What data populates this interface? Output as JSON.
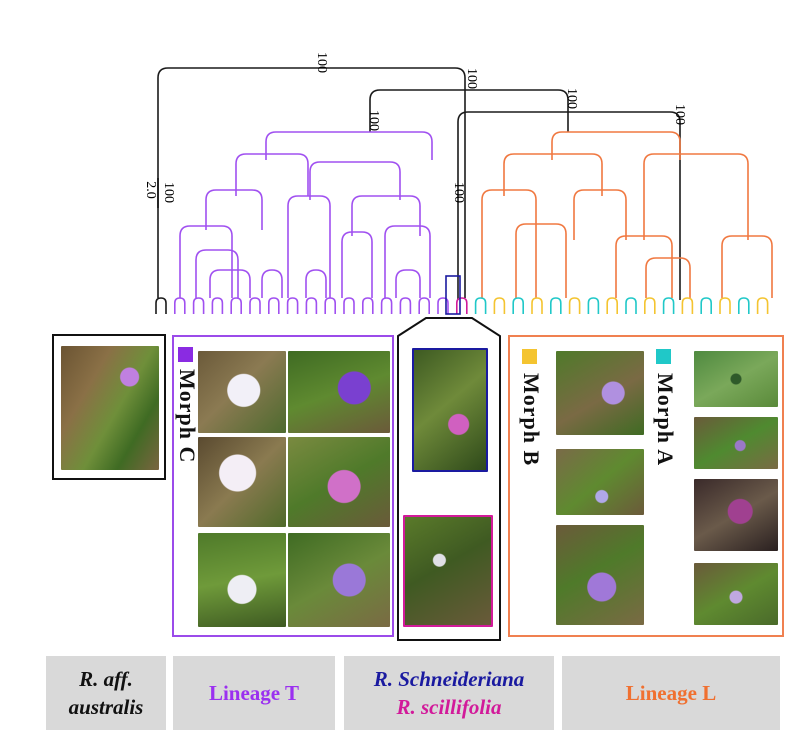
{
  "tree": {
    "scale_bar_label": "2.0",
    "support_values": [
      "100",
      "100",
      "100",
      "100",
      "100",
      "100",
      "100"
    ]
  },
  "colors": {
    "outgroup": "#1a1a1a",
    "lineage_t": "#a050f0",
    "schneideriana": "#1a1aa0",
    "scillifolia": "#d21a9a",
    "lineage_l": "#f07840",
    "morph_a": "#20c8c8",
    "morph_b": "#f4c430",
    "morph_c": "#8a2be2"
  },
  "panels": {
    "morph_c_label": "Morph C",
    "morph_b_label": "Morph B",
    "morph_a_label": "Morph A"
  },
  "labels": {
    "outgroup_line1": "R. aff.",
    "outgroup_line2": "australis",
    "lineage_t": "Lineage T",
    "schneideriana": "R. Schneideriana",
    "scillifolia": "R. scillifolia",
    "lineage_l": "Lineage L"
  }
}
